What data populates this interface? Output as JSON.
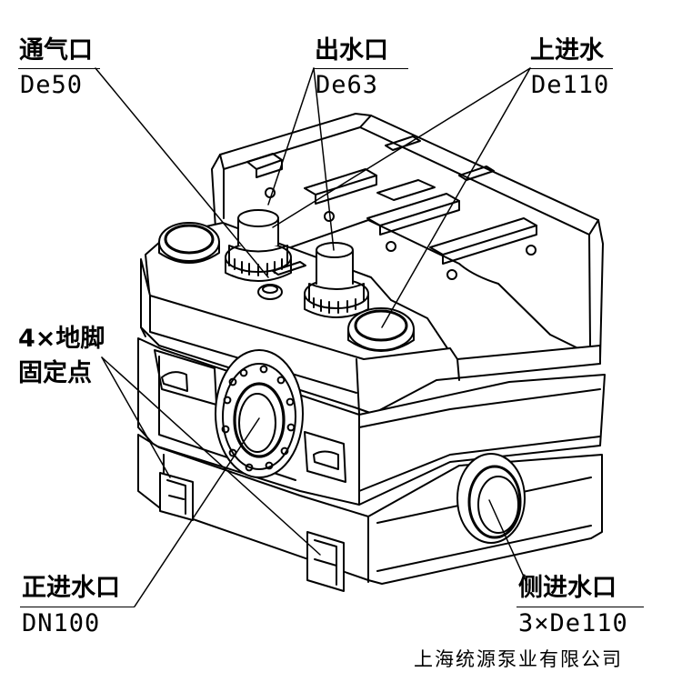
{
  "callouts": {
    "vent": {
      "label": "通气口",
      "spec": "De50"
    },
    "outlet": {
      "label": "出水口",
      "spec": "De63"
    },
    "top_inlet": {
      "label": "上进水",
      "spec": "De110"
    },
    "feet": {
      "label_line1": "4×地脚",
      "label_line2": "固定点"
    },
    "front_inlet": {
      "label": "正进水口",
      "spec": "DN100"
    },
    "side_inlet": {
      "label": "侧进水口",
      "spec": "3×De110"
    }
  },
  "footer": {
    "company": "上海统源泵业有限公司"
  }
}
